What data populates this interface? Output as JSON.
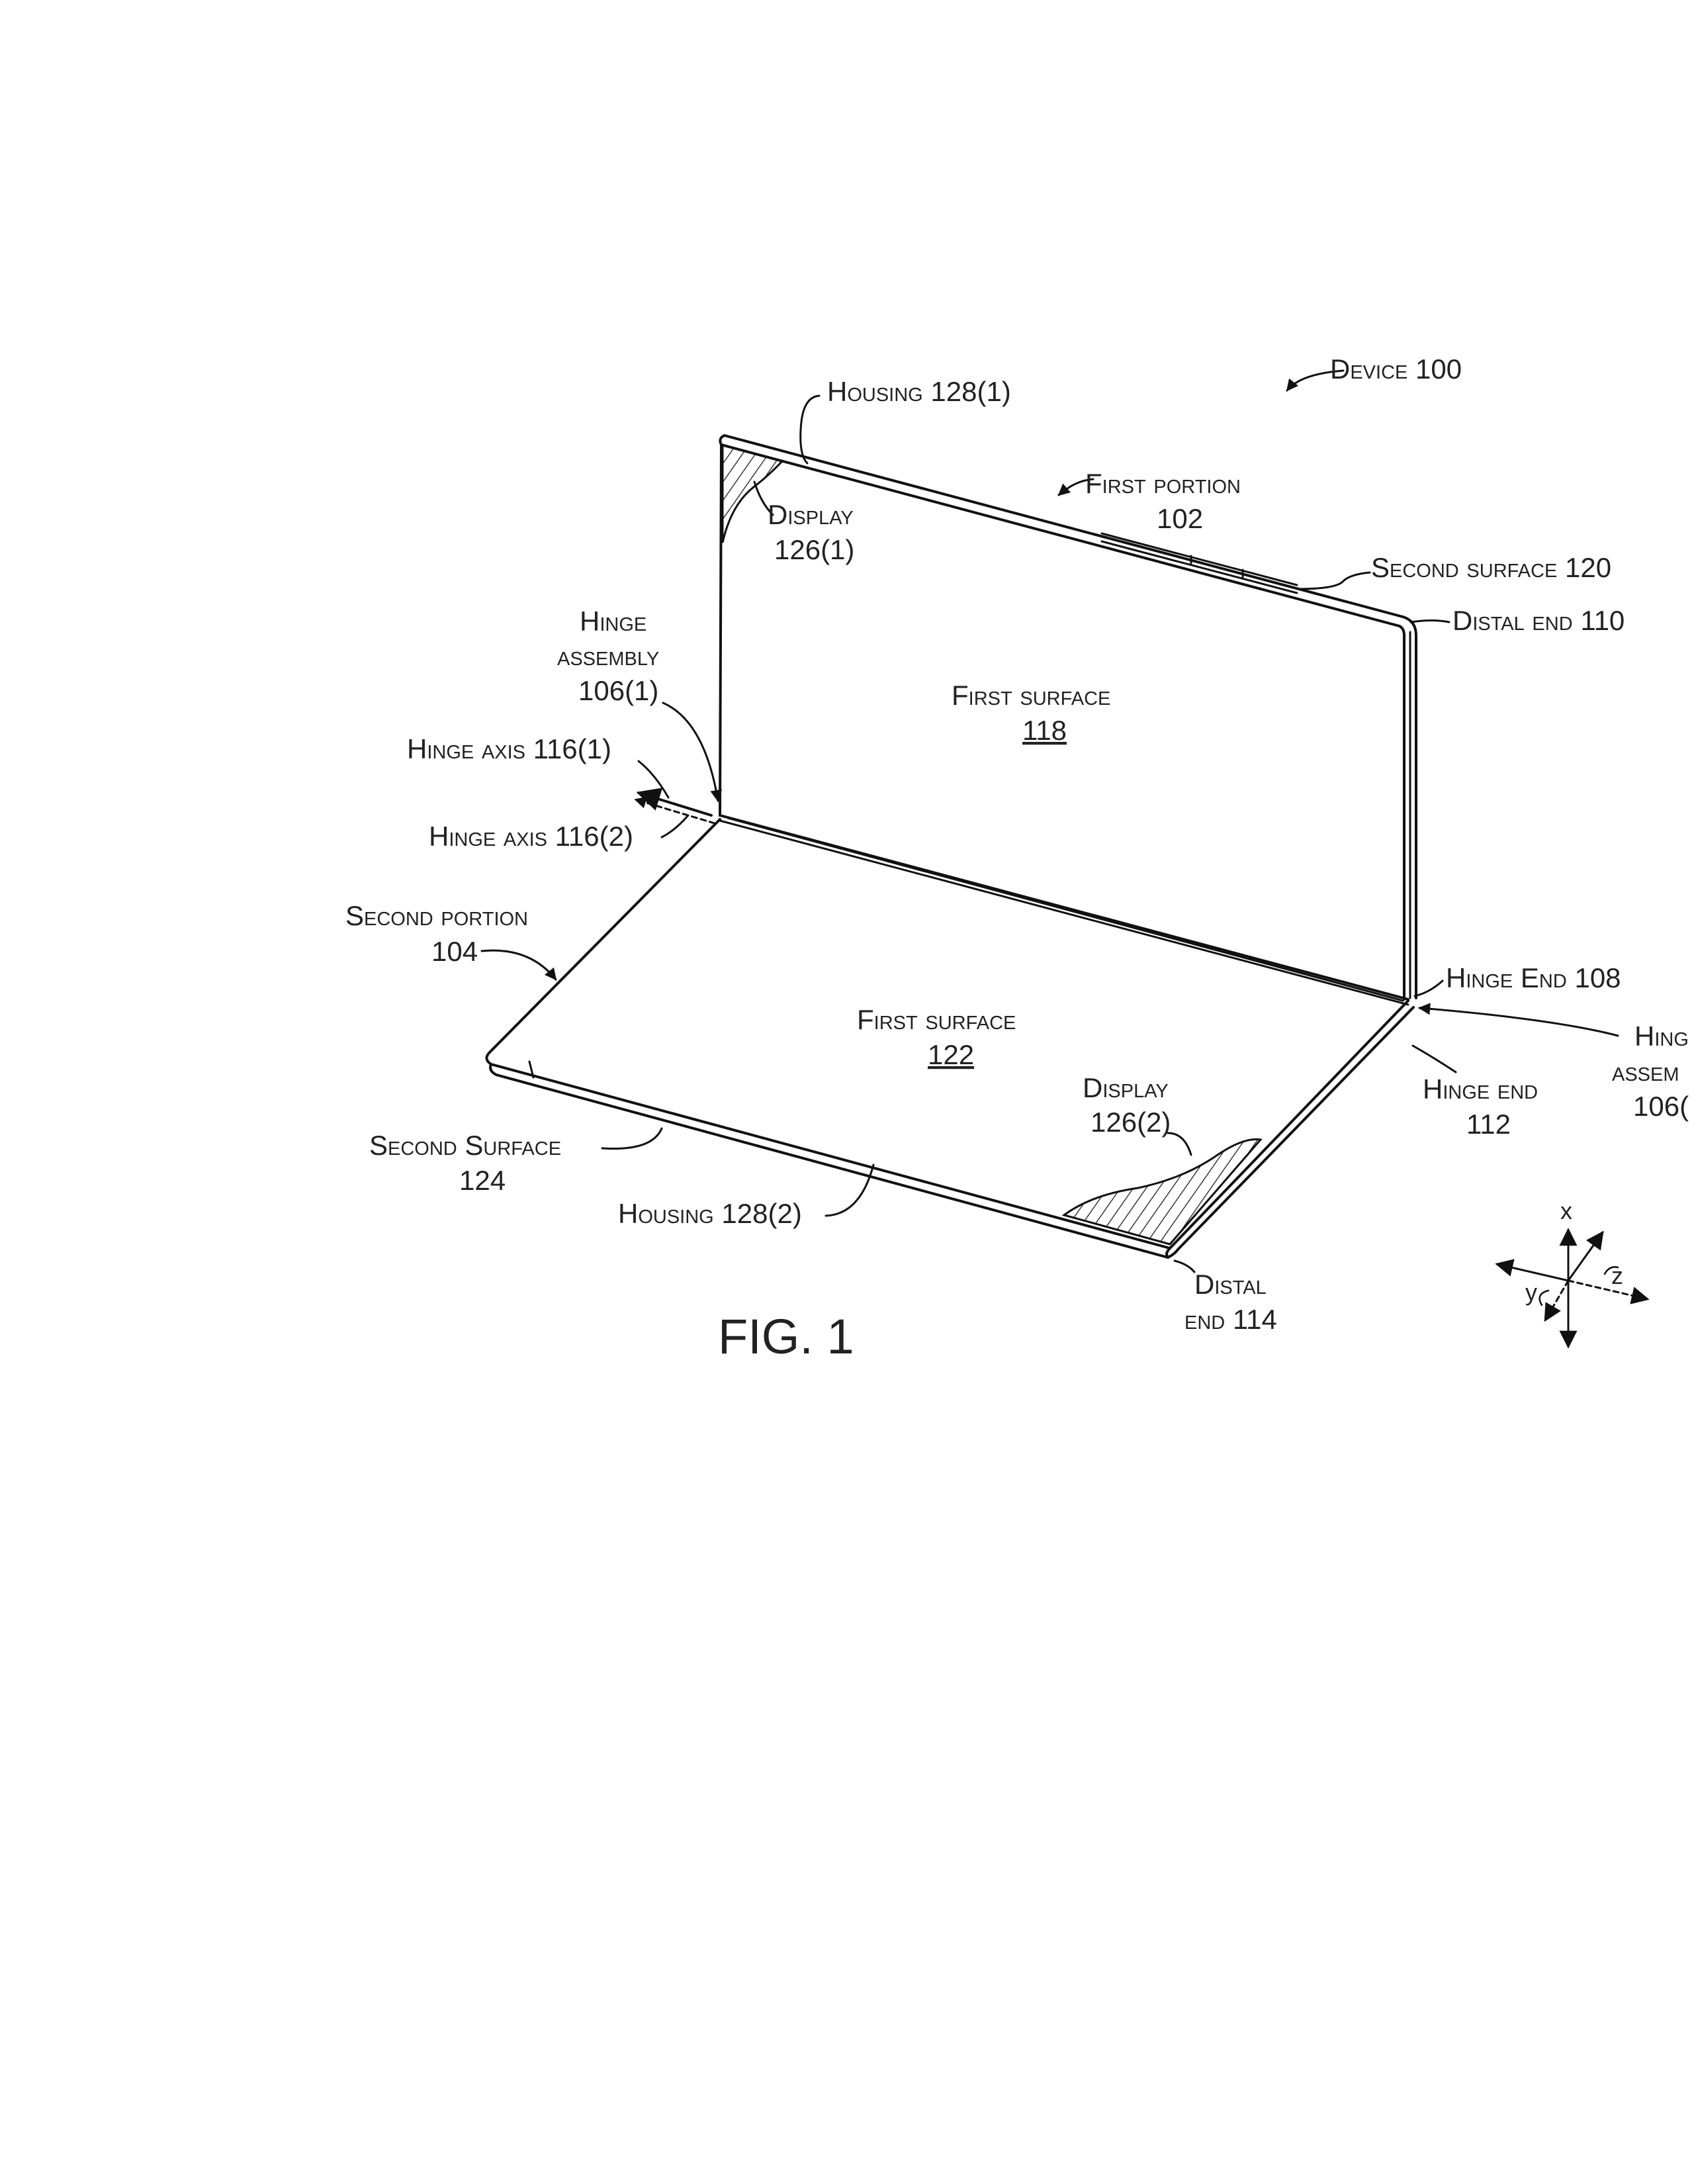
{
  "figure": {
    "caption": "FIG. 1",
    "labels": {
      "device": "Device 100",
      "housing_1": "Housing 128(1)",
      "first_portion": "First portion",
      "first_portion_num": "102",
      "display_1": "Display",
      "display_1_num": "126(1)",
      "second_surface_120": "Second surface 120",
      "distal_end_110": "Distal end 110",
      "hinge_assembly_1_a": "Hinge",
      "hinge_assembly_1_b": "assembly",
      "hinge_assembly_1_num": "106(1)",
      "first_surface_118": "First surface",
      "first_surface_118_num": "118",
      "hinge_axis_1": "Hinge axis 116(1)",
      "hinge_axis_2": "Hinge axis 116(2)",
      "second_portion": "Second portion",
      "second_portion_num": "104",
      "hinge_end_108": "Hinge End 108",
      "hinge_assembly_2_a": "Hing",
      "hinge_assembly_2_b": "assem",
      "hinge_assembly_2_num": "106(",
      "first_surface_122": "First surface",
      "first_surface_122_num": "122",
      "display_2": "Display",
      "display_2_num": "126(2)",
      "hinge_end_112": "Hinge end",
      "hinge_end_112_num": "112",
      "second_surface_124": "Second Surface",
      "second_surface_124_num": "124",
      "housing_2": "Housing 128(2)",
      "distal_end_114_a": "Distal",
      "distal_end_114_b": "end 114",
      "axis_x": "x",
      "axis_y": "y",
      "axis_z": "z"
    }
  }
}
